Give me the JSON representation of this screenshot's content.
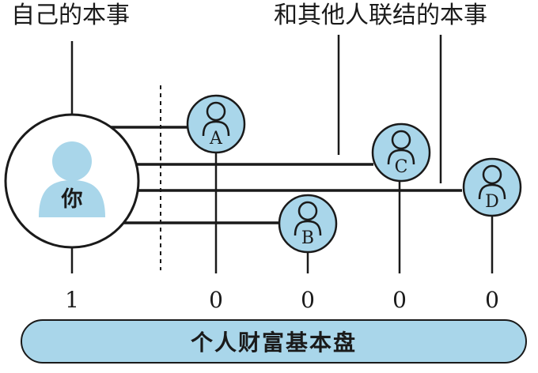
{
  "captions": {
    "own_skills": "自己的本事",
    "connection_skills": "和其他人联结的本事"
  },
  "you_label": "你",
  "people": [
    {
      "letter": "A",
      "count": "0"
    },
    {
      "letter": "B",
      "count": "0"
    },
    {
      "letter": "C",
      "count": "0"
    },
    {
      "letter": "D",
      "count": "0"
    }
  ],
  "you_count": "1",
  "footer_label": "个人财富基本盘",
  "colors": {
    "node_fill": "#a9d6ea",
    "you_avatar": "#a9d6ea",
    "outline": "#1a1a1a"
  }
}
